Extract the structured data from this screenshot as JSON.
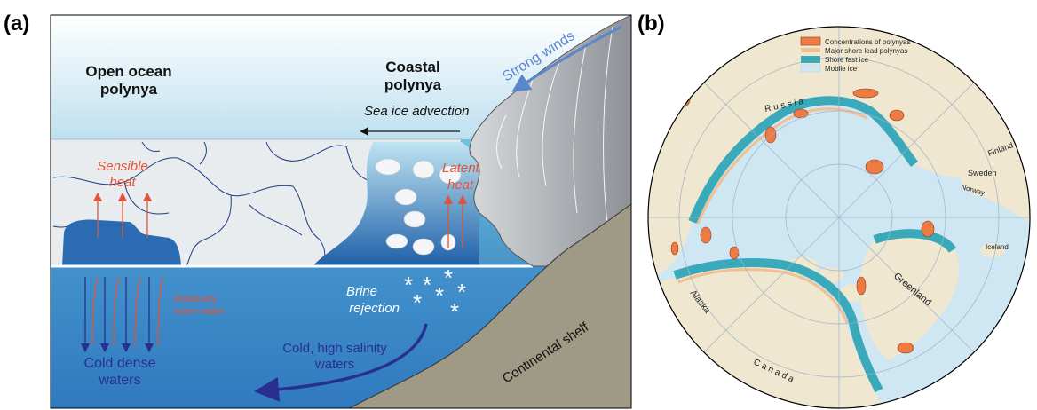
{
  "panel_a": {
    "label": "(a)",
    "open_ocean_line1": "Open ocean",
    "open_ocean_line2": "polynya",
    "coastal_line1": "Coastal",
    "coastal_line2": "polynya",
    "strong_winds": "Strong winds",
    "sea_ice_advection": "Sea ice advection",
    "sensible_line1": "Sensible",
    "sensible_line2": "heat",
    "latent_line1": "Latent",
    "latent_line2": "heat",
    "relatively_line1": "Relatively",
    "relatively_line2": "warm water",
    "brine_line1": "Brine",
    "brine_line2": "rejection",
    "cold_dense_line1": "Cold dense",
    "cold_dense_line2": "waters",
    "cold_high_line1": "Cold, high salinity",
    "cold_high_line2": "waters",
    "continental_shelf": "Continental shelf"
  },
  "panel_b": {
    "label": "(b)",
    "legend": [
      {
        "label": "Concentrations of polynyas",
        "color": "#ee7b43"
      },
      {
        "label": "Major shore lead polynyas",
        "color": "#f2bf93"
      },
      {
        "label": "Shore fast ice",
        "color": "#3aaabb"
      },
      {
        "label": "Mobile ice",
        "color": "#cfe6f3"
      }
    ],
    "map_labels": {
      "russia": "R u s s i a",
      "finland": "Finland",
      "sweden": "Sweden",
      "norway": "Norway",
      "iceland": "Iceland",
      "greenland": "Greenland",
      "alaska": "Alaska",
      "canada": "C a n a d a"
    }
  },
  "colors": {
    "sky": "#c9e4f1",
    "sea_ice": "#e8ebef",
    "ocean_dark": "#1e5fa8",
    "heat_arrow": "#e0543a",
    "cold_arrow": "#2a2f8f",
    "land_map": "#efe7cf",
    "ocean_map": "#cfe6f3"
  }
}
